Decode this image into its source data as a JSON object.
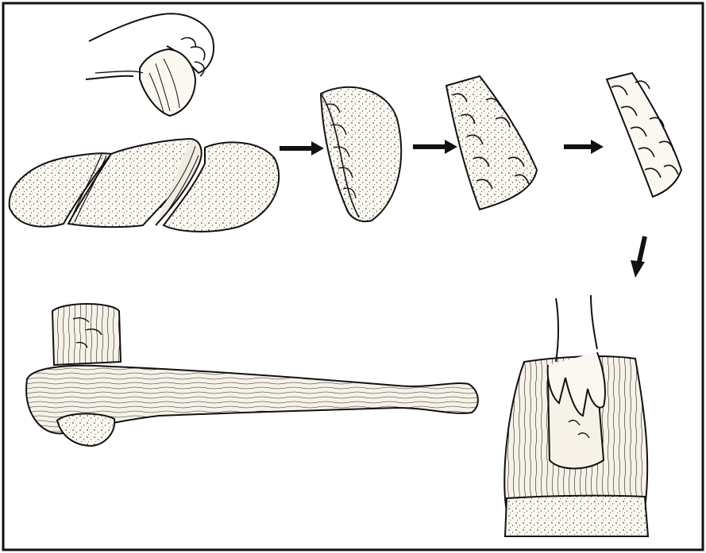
{
  "figure": {
    "background": "#ffffff",
    "ink": "#111111",
    "stone_fill": "#f7f3ea",
    "wood_fill": "#f4efe6",
    "steps": [
      "hand-striking-core",
      "split-stone-nodule",
      "half-split-blank",
      "flaked-preform",
      "finished-preform",
      "grinding-on-slab",
      "hafted-adze"
    ],
    "arrows": 4
  }
}
